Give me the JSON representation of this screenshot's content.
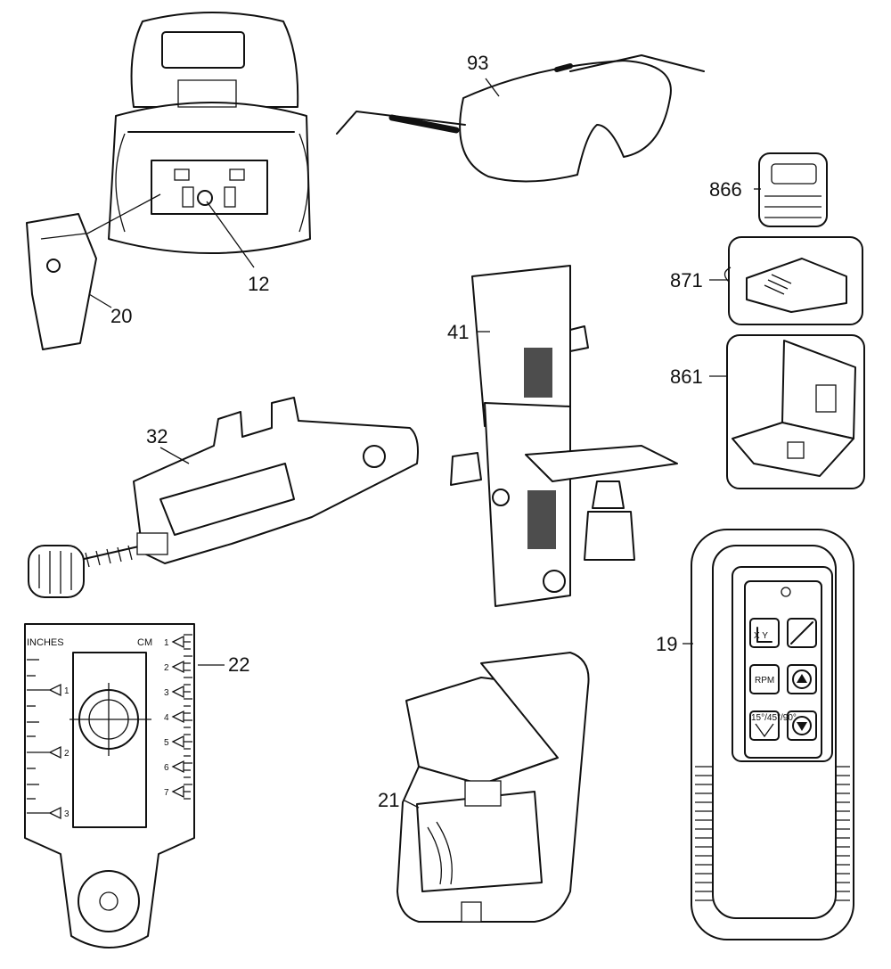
{
  "parts": [
    {
      "id": "93",
      "label": "93",
      "name": "safety-glasses"
    },
    {
      "id": "866",
      "label": "866",
      "name": "battery-pack"
    },
    {
      "id": "871",
      "label": "871",
      "name": "charger"
    },
    {
      "id": "861",
      "label": "861",
      "name": "battery-case"
    },
    {
      "id": "12",
      "label": "12",
      "name": "laser-mount-screw"
    },
    {
      "id": "20",
      "label": "20",
      "name": "wall-mount-bracket"
    },
    {
      "id": "41",
      "label": "41",
      "name": "tripod-wall-mount"
    },
    {
      "id": "32",
      "label": "32",
      "name": "ceiling-clamp"
    },
    {
      "id": "22",
      "label": "22",
      "name": "target-card"
    },
    {
      "id": "21",
      "label": "21",
      "name": "carry-case"
    },
    {
      "id": "19",
      "label": "19",
      "name": "remote-control"
    }
  ],
  "target_card": {
    "inches_label": "INCHES",
    "cm_label": "CM",
    "left_ticks": [
      "1",
      "2",
      "3"
    ],
    "right_ticks": [
      "1",
      "2",
      "3",
      "4",
      "5",
      "6",
      "7"
    ]
  },
  "remote": {
    "xy_label": "X Y",
    "rpm_label": "RPM",
    "angle_label": "15°/45°/90°"
  }
}
